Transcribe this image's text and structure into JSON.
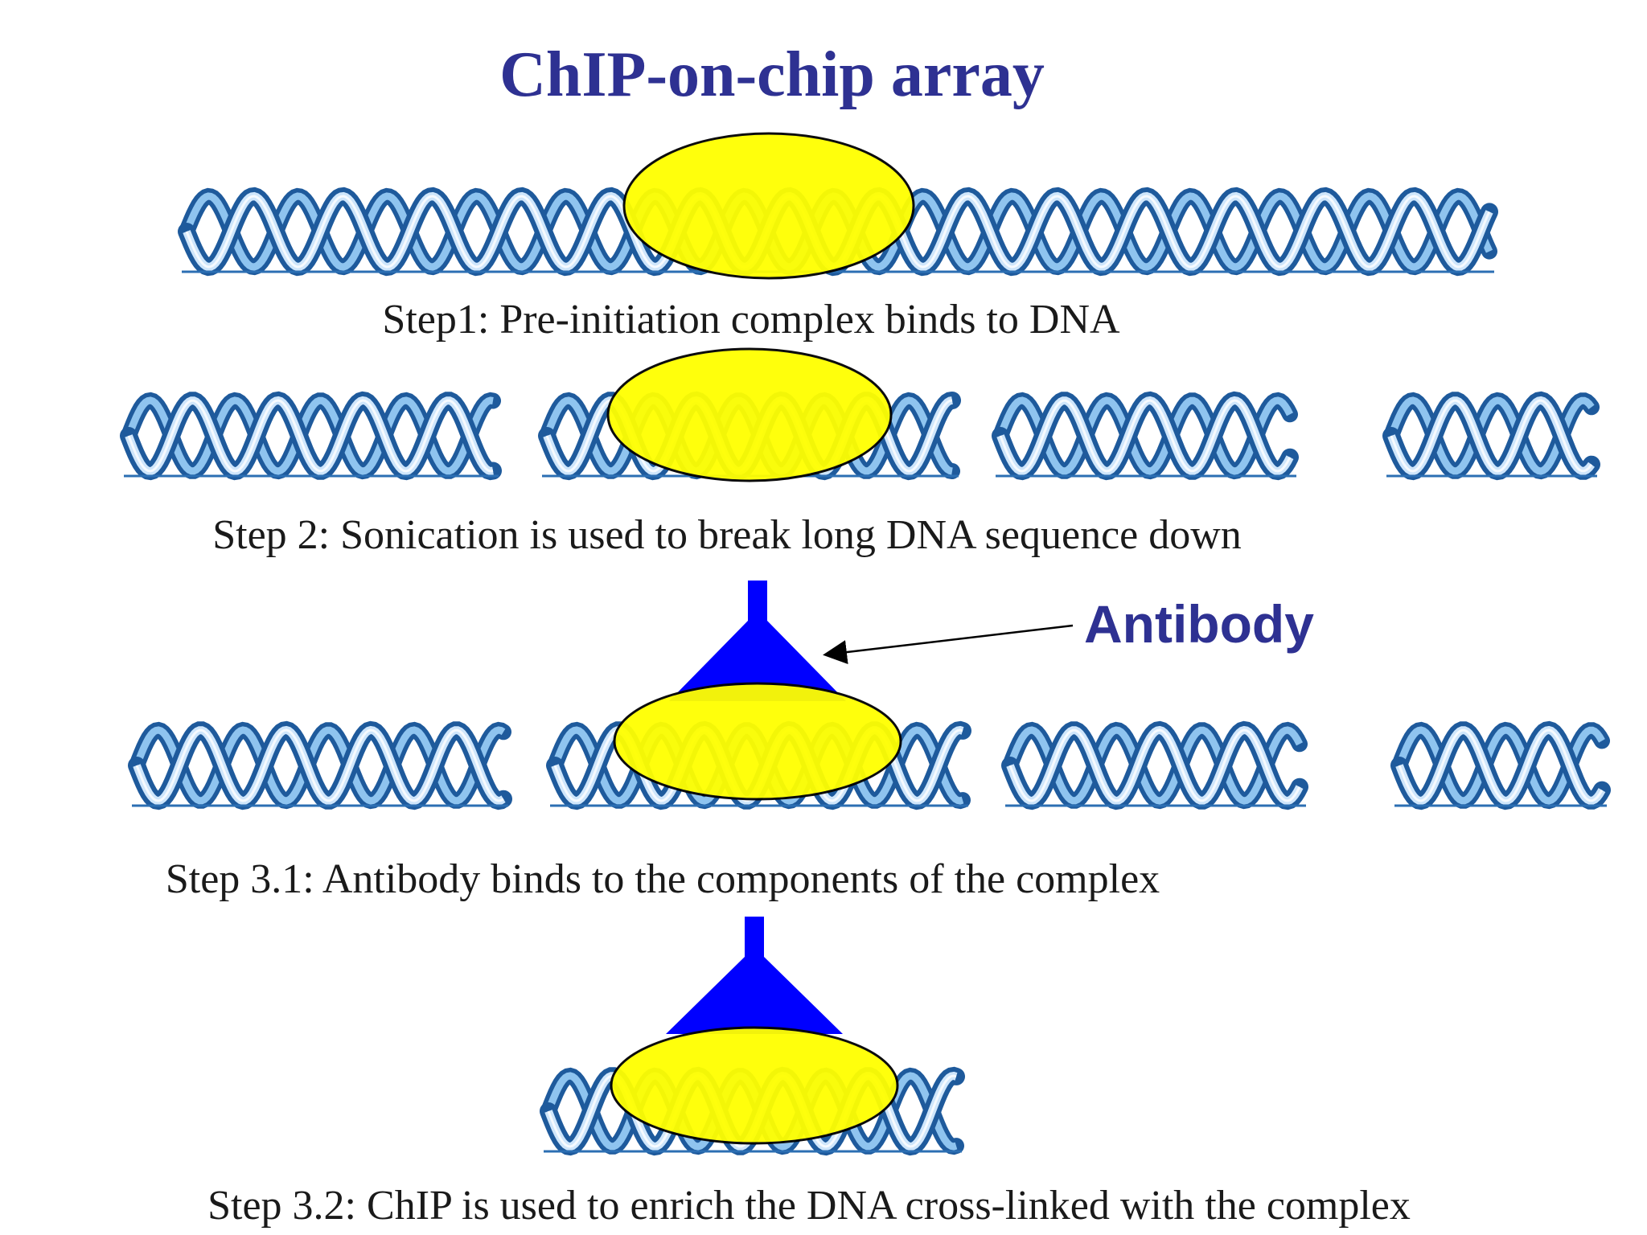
{
  "title": "ChIP-on-chip array",
  "steps": [
    {
      "caption": "Step1: Pre-initiation complex binds to DNA"
    },
    {
      "caption": "Step 2: Sonication is used to break long DNA sequence down"
    },
    {
      "caption": "Step 3.1: Antibody binds to the components of the complex"
    },
    {
      "caption": "Step 3.2: ChIP is used to enrich the DNA cross-linked with the complex"
    }
  ],
  "antibody_label": "Antibody",
  "colors": {
    "title": "#2e3192",
    "dna": "#3a7fc0",
    "complex": "#ffff00",
    "antibody": "#0000ff",
    "caption": "#1a1a1a"
  },
  "icons": [
    "dna-helix-icon",
    "complex-ellipse-icon",
    "antibody-icon",
    "arrow-icon"
  ]
}
